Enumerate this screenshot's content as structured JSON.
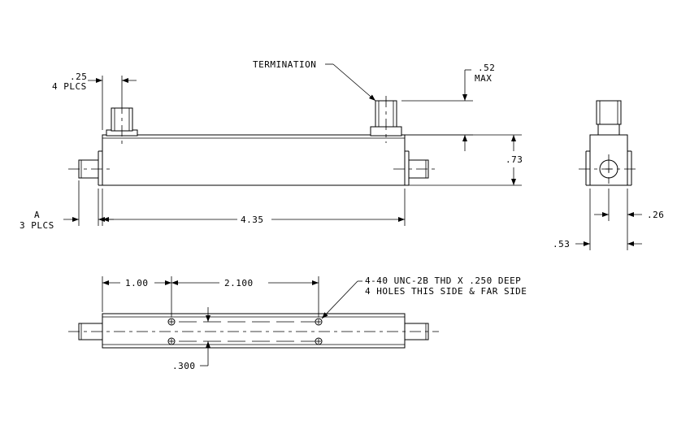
{
  "labels": {
    "termination": "TERMINATION",
    "max_height_value": ".52",
    "max_height_note": "MAX",
    "connector_width_value": ".25",
    "connector_width_note": "4 PLCS",
    "connector_a_value": "A",
    "connector_a_note": "3 PLCS",
    "height": ".73",
    "length": "4.35",
    "side_offset": ".26",
    "side_width": ".53",
    "hole_offset": "1.00",
    "hole_pitch": "2.100",
    "hole_note_line1": "4-40 UNC-2B THD X .250 DEEP",
    "hole_note_line2": "4 HOLES THIS SIDE & FAR SIDE",
    "hole_spacing": ".300"
  }
}
